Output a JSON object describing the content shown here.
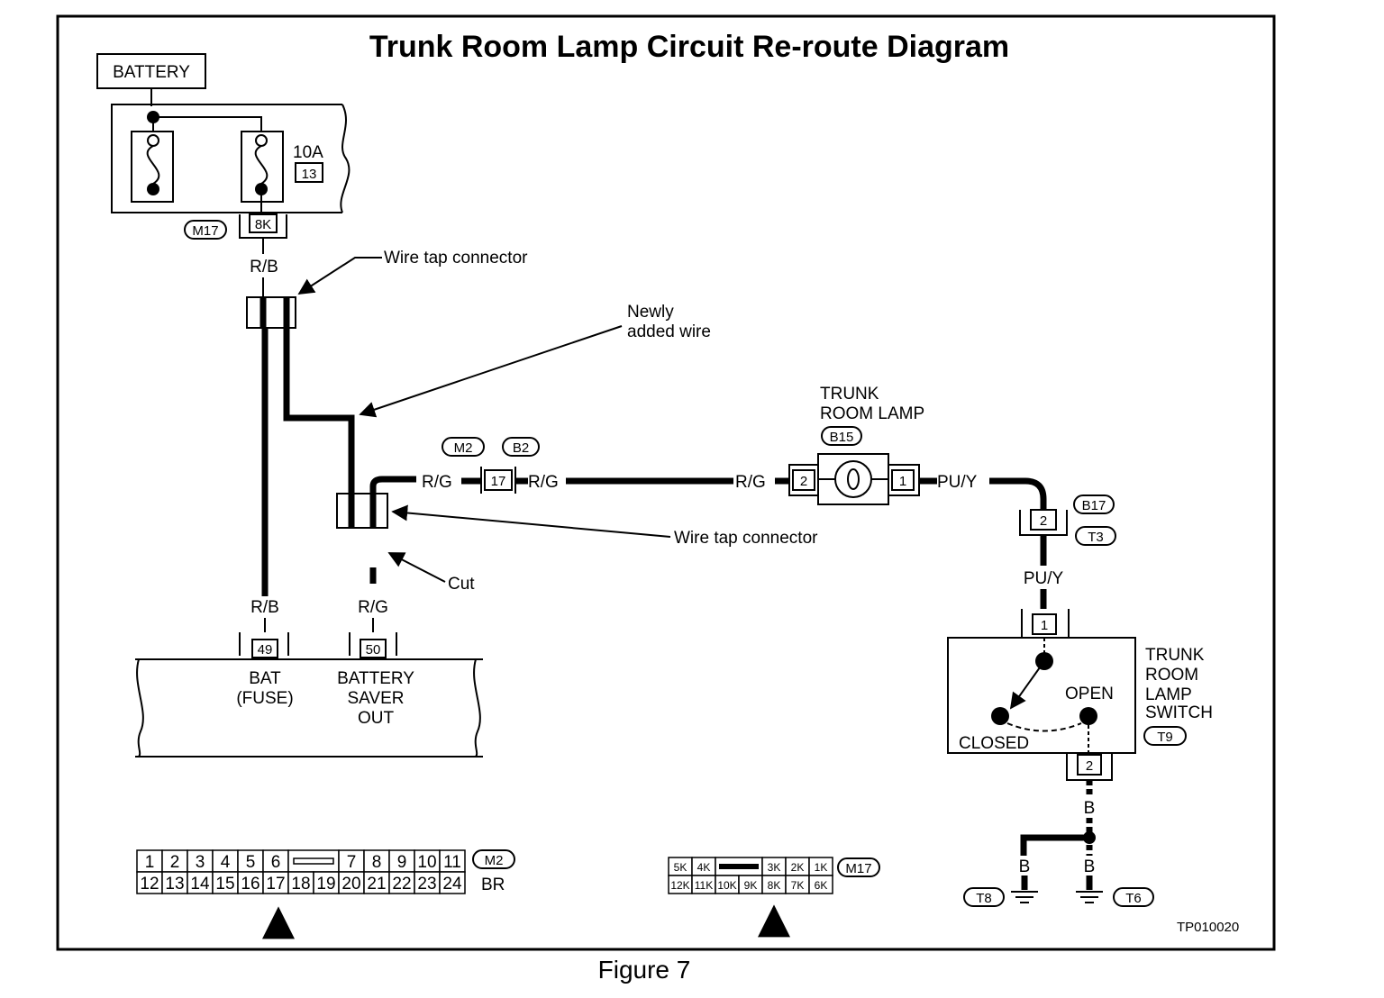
{
  "title": "Trunk Room Lamp Circuit Re-route Diagram",
  "figure_caption": "Figure 7",
  "code": "TP010020",
  "battery": "BATTERY",
  "fuse": {
    "rating": "10A",
    "number": "13"
  },
  "connectors": {
    "m17": "M17",
    "m2": "M2",
    "b2": "B2",
    "b15": "B15",
    "b17": "B17",
    "t3": "T3",
    "t9": "T9",
    "t8": "T8",
    "t6": "T6"
  },
  "terminals": {
    "fuse_out": "8K",
    "bat_fuse": "49",
    "battery_saver": "50",
    "m2_pin": "17",
    "lamp_in": "2",
    "lamp_out": "1",
    "b17_pin": "2",
    "switch_in": "1",
    "switch_out": "2"
  },
  "wires": {
    "rb": "R/B",
    "rg": "R/G",
    "puy": "PU/Y",
    "b": "B"
  },
  "annotations": {
    "wire_tap_1": "Wire tap connector",
    "newly_added_line1": "Newly",
    "newly_added_line2": "added wire",
    "wire_tap_2": "Wire tap connector",
    "cut": "Cut"
  },
  "control_unit": {
    "bat_line1": "BAT",
    "bat_line2": "(FUSE)",
    "saver_line1": "BATTERY",
    "saver_line2": "SAVER",
    "saver_line3": "OUT"
  },
  "lamp": {
    "line1": "TRUNK",
    "line2": "ROOM LAMP"
  },
  "switch": {
    "line1": "TRUNK",
    "line2": "ROOM",
    "line3": "LAMP",
    "line4": "SWITCH",
    "open": "OPEN",
    "closed": "CLOSED"
  },
  "m2_face": {
    "top": [
      "1",
      "2",
      "3",
      "4",
      "5",
      "6",
      "7",
      "8",
      "9",
      "10",
      "11"
    ],
    "bottom": [
      "12",
      "13",
      "14",
      "15",
      "16",
      "17",
      "18",
      "19",
      "20",
      "21",
      "22",
      "23",
      "24"
    ],
    "color": "BR"
  },
  "m17_face": {
    "top": [
      "5K",
      "4K",
      "3K",
      "2K",
      "1K"
    ],
    "bottom": [
      "12K",
      "11K",
      "10K",
      "9K",
      "8K",
      "7K",
      "6K"
    ]
  }
}
